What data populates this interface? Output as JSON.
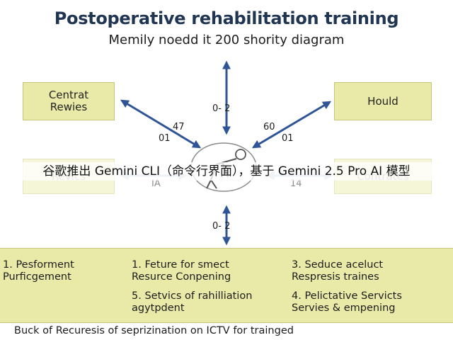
{
  "title": "Postoperative rehabilitation training",
  "subtitle": "Memily noedd it 200 shority diagram",
  "nodes": {
    "top_left": "Centrat\nRewies",
    "top_right": "Hould",
    "mid_left": "Revics",
    "mid_right": "Contrates"
  },
  "edge_labels": {
    "top": "0- 2",
    "upper_left_a": "47",
    "upper_left_b": "01",
    "upper_right_a": "60",
    "upper_right_b": "01",
    "mid_left": "IA",
    "mid_right": "14",
    "bottom": "0- 2"
  },
  "overlay_text": "谷歌推出 Gemini CLI（命令行界面），基于 Gemini 2.5 Pro AI 模型",
  "steps": [
    {
      "text": "1. Pesforment\n    Purficgement"
    },
    {
      "text": "1. Feture for smect\n    Resurce Conpening"
    },
    {
      "text": "3. Seduce aceluct\n    Respresis traines"
    },
    {
      "text": "5. Setvics of rahilliation\n    agytpdent"
    },
    {
      "text": "4. Pelictative Servicts\n    Servies & empening"
    }
  ],
  "footer": "Buck of Recuresis of seprizination on ICTV for trainged",
  "colors": {
    "arrow": "#2f5597",
    "box_fill": "#eaeaa8",
    "title": "#1f3552"
  },
  "icons": {
    "center": "person-bending-icon"
  }
}
